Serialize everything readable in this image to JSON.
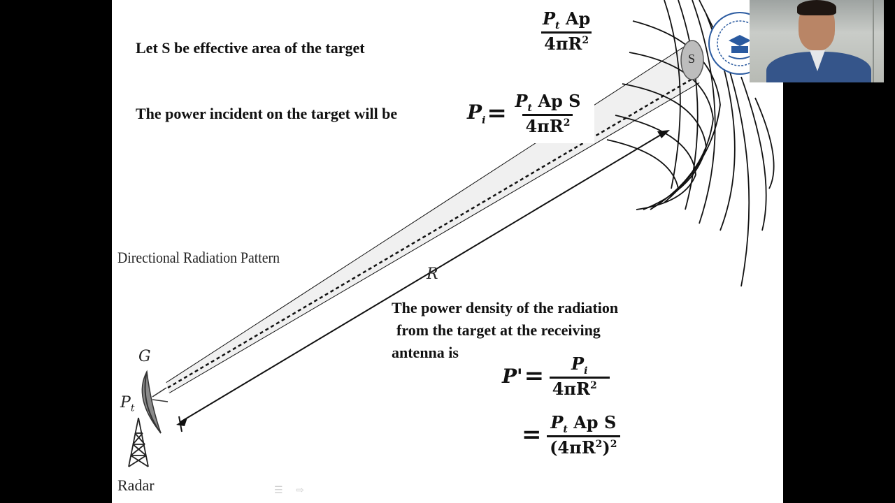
{
  "slide": {
    "line1": "Let S be effective  area of the target",
    "line2": "The power  incident on the target will be",
    "pattern_label": "Directional Radiation Pattern",
    "density_line1": "The power  density of the radiation",
    "density_line2": "from the target at the receiving",
    "density_line3": "antenna is",
    "range_label": "R",
    "target_label": "S",
    "gain_label": "G",
    "radar_label": "Radar"
  },
  "formulas": {
    "top_num": "Ap",
    "top_den": "4πR",
    "incident_num": "Ap S",
    "incident_den": "4πR",
    "pprime_den": "4πR",
    "final_num": "Ap S",
    "final_den_open": "(4πR",
    "final_den_close": ")"
  },
  "colors": {
    "background": "#000000",
    "slide": "#ffffff",
    "ink": "#111111",
    "target": "#bdbdbd"
  }
}
